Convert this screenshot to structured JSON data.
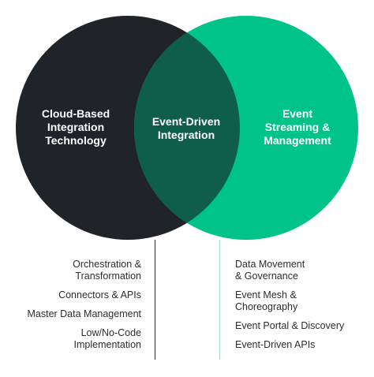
{
  "colors": {
    "left_circle": "#202428",
    "right_circle": "#00c389",
    "overlap": "#0f5e4a",
    "text_on_circle": "#ffffff",
    "body_text": "#2a2d32",
    "left_divider": "#2b2e33",
    "right_divider": "#9ed9c6"
  },
  "circles": {
    "left": {
      "label": "Cloud-Based\nIntegration\nTechnology"
    },
    "overlap": {
      "label": "Event-Driven\nIntegration"
    },
    "right": {
      "label": "Event\nStreaming &\nManagement"
    }
  },
  "lists": {
    "left": [
      "Orchestration &\nTransformation",
      "Connectors & APIs",
      "Master Data Management",
      "Low/No-Code\nImplementation"
    ],
    "right": [
      "Data Movement\n& Governance",
      "Event Mesh &\nChoreography",
      "Event Portal & Discovery",
      "Event-Driven APIs"
    ]
  }
}
